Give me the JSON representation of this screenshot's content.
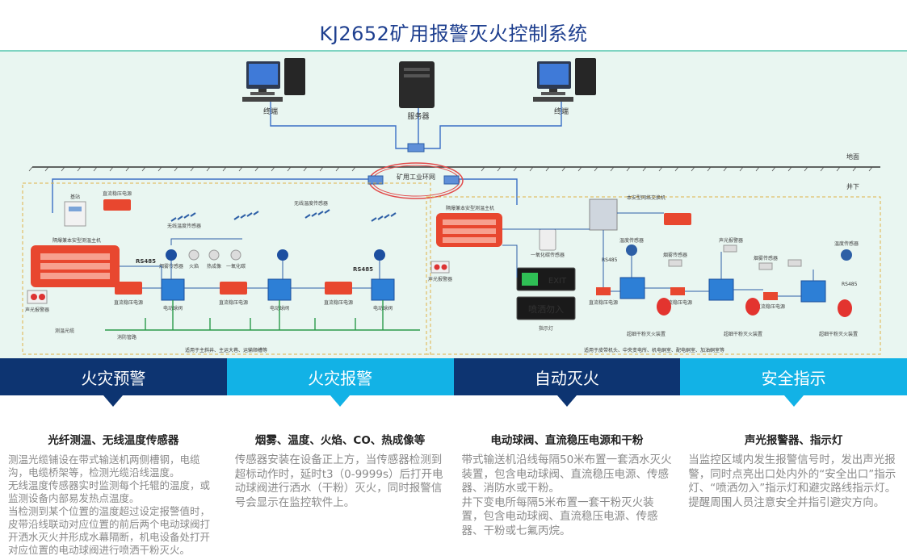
{
  "title": "KJ2652矿用报警灭火控制系统",
  "network": {
    "terminal_left": "终端",
    "server": "服务器",
    "terminal_right": "终端",
    "ring": "矿用工业环网",
    "ground": "地面",
    "underground": "井下"
  },
  "left_zone": {
    "base_station": "基站",
    "power_top": "直流稳压电源",
    "host": "隔爆兼本安型测温主机",
    "rs485": "RS485",
    "audible_alarm": "声光报警器",
    "fiber": "测温光缆",
    "wireless_sensor_1": "无线温度传感器",
    "wireless_sensor_2": "无线温度传感器",
    "sensor_group": "烟雾传感器",
    "flame": "火焰",
    "heat_image": "热成像",
    "co": "一氧化碳",
    "power_1": "直流稳压电源",
    "power_2": "直流稳压电源",
    "power_3": "直流稳压电源",
    "valve_1": "电动球阀",
    "valve_2": "电动球阀",
    "valve_3": "电动球阀",
    "fire_pipe": "消防管路",
    "footer": "适用于主斜井、主运大巷、运输顺槽等"
  },
  "right_zone": {
    "host": "隔爆兼本安型测温主机",
    "switch": "本安型网络交换机",
    "co_sensor": "一氧化碳传感器",
    "audible_alarm": "声光报警器",
    "exit_sign": "EXIT",
    "spray_sign": "喷洒勿入",
    "indicator": "指示灯",
    "temp_sensor_1": "温度传感器",
    "temp_sensor_2": "温度传感器",
    "smoke_1": "烟雾传感器",
    "smoke_2": "烟雾传感器",
    "power_1": "直流稳压电源",
    "power_2": "直流稳压电源",
    "power_3": "直流稳压电源",
    "extinguisher_1": "超细干粉灭火装置",
    "extinguisher_2": "超细干粉灭火装置",
    "extinguisher_3": "超细干粉灭火装置",
    "rs485_1": "RS485",
    "rs485_2": "RS485",
    "footer": "适用于皮带机头、中央变电所、机电硐室、配电硐室、加油硐室等"
  },
  "tabs": [
    {
      "label": "火灾预警"
    },
    {
      "label": "火灾报警"
    },
    {
      "label": "自动灭火"
    },
    {
      "label": "安全指示"
    }
  ],
  "columns": [
    {
      "heading": "光纤测温、无线温度传感器",
      "p1": "测温光缆铺设在带式输送机两侧槽钢，电缆沟，电缆桥架等，检测光缆沿线温度。",
      "p2": "无线温度传感器实时监测每个托辊的温度，或监测设备内部易发热点温度。",
      "p3": "当检测到某个位置的温度超过设定报警值时，皮带沿线联动对应位置的前后两个电动球阀打开洒水灭火并形成水幕隔断，机电设备处打开对应位置的电动球阀进行喷洒干粉灭火。"
    },
    {
      "heading": "烟雾、温度、火焰、CO、热成像等",
      "p1": "传感器安装在设备正上方，当传感器检测到超标动作时，延时t3（0-9999s）后打开电动球阀进行洒水（干粉）灭火，同时报警信号会显示在监控软件上。"
    },
    {
      "heading": "电动球阀、直流稳压电源和干粉",
      "p1": "带式输送机沿线每隔50米布置一套洒水灭火装置，包含电动球阀、直流稳压电源、传感器、消防水或干粉。",
      "p2": "井下变电所每隔5米布置一套干粉灭火装置，包含电动球阀、直流稳压电源、传感器、干粉或七氟丙烷。"
    },
    {
      "heading": "声光报警器、指示灯",
      "p1": "当监控区域内发生报警信号时，发出声光报警，同时点亮出口处内外的“安全出口”指示灯、“喷洒勿入”指示灯和避灾路线指示灯。提醒周围人员注意安全并指引避灾方向。"
    }
  ],
  "colors": {
    "title": "#1e3f8f",
    "tab_dark": "#0d3471",
    "tab_light": "#12b2e6",
    "diagram_bg": "#e9f6f1",
    "device_red": "#e8472f",
    "device_blue": "#2d7fd6"
  }
}
